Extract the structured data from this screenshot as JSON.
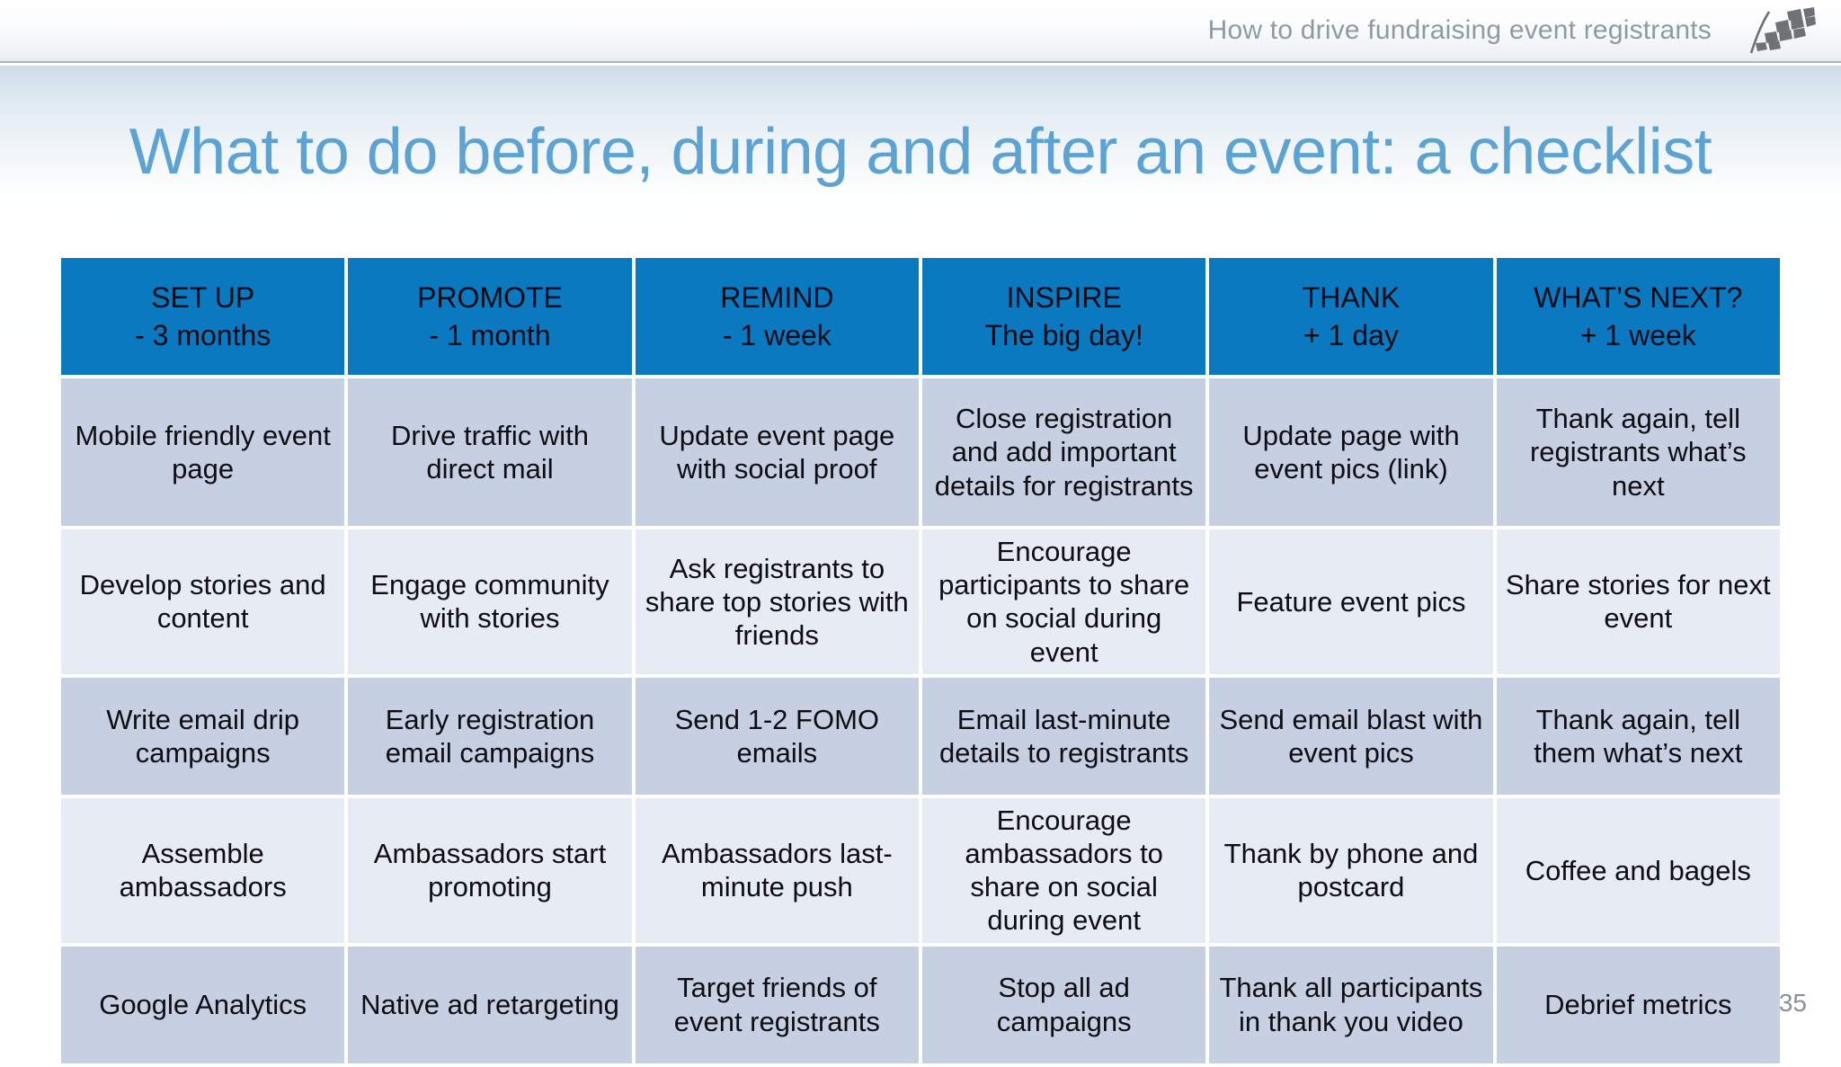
{
  "header": {
    "title": "How to drive fundraising event registrants",
    "logo_icon": "checkered-flag-icon"
  },
  "slide": {
    "title": "What to do before, during and after an event: a checklist",
    "page_number": "35"
  },
  "colors": {
    "header_cell_blue": "#0a79c0",
    "title_blue": "#5ca3d4",
    "row_dark": "#c7d0e3",
    "row_light": "#e7ebf4",
    "header_text_gray": "#8e9aa6"
  },
  "table": {
    "columns": [
      {
        "phase": "SET UP",
        "timing": "- 3 months"
      },
      {
        "phase": "PROMOTE",
        "timing": "- 1 month"
      },
      {
        "phase": "REMIND",
        "timing": "- 1 week"
      },
      {
        "phase": "INSPIRE",
        "timing": "The big day!"
      },
      {
        "phase": "THANK",
        "timing": "+ 1 day"
      },
      {
        "phase": "WHAT’S NEXT?",
        "timing": "+ 1 week"
      }
    ],
    "rows": [
      [
        "Mobile friendly event page",
        "Drive traffic with direct mail",
        "Update event page with social proof",
        "Close registration and add important details for registrants",
        "Update page with event pics (link)",
        "Thank again, tell registrants what’s next"
      ],
      [
        "Develop stories and content",
        "Engage community with stories",
        "Ask registrants to share top stories with friends",
        "Encourage participants to share on social during event",
        "Feature event pics",
        "Share stories for next event"
      ],
      [
        "Write email drip campaigns",
        "Early registration email campaigns",
        "Send 1-2 FOMO emails",
        "Email last-minute details to registrants",
        "Send email blast with event pics",
        "Thank again, tell them what’s next"
      ],
      [
        "Assemble ambassadors",
        "Ambassadors start promoting",
        "Ambassadors last-minute push",
        "Encourage ambassadors to share on social during event",
        "Thank by phone and postcard",
        "Coffee and bagels"
      ],
      [
        "Google Analytics",
        "Native ad retargeting",
        "Target friends of event registrants",
        "Stop all ad campaigns",
        "Thank all participants in thank you video",
        "Debrief metrics"
      ]
    ]
  }
}
